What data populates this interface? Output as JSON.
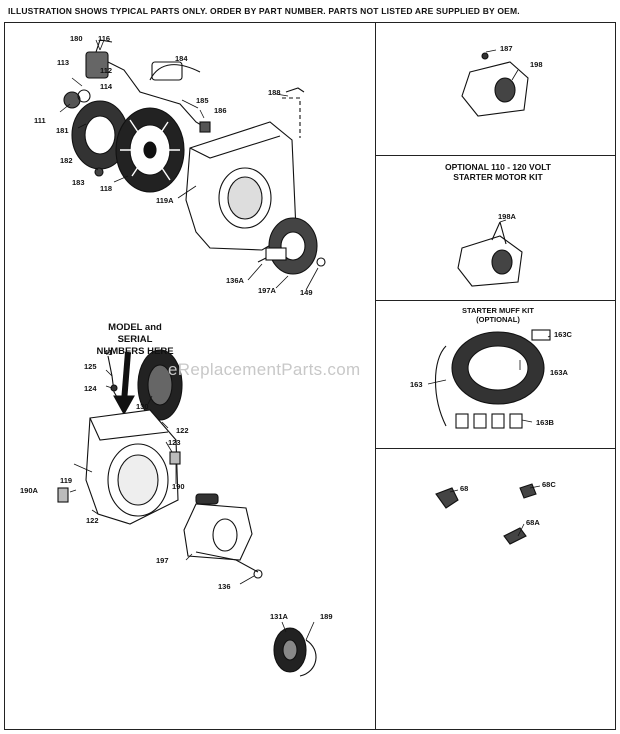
{
  "header": "ILLUSTRATION SHOWS TYPICAL PARTS ONLY. ORDER BY PART NUMBER. PARTS NOT LISTED ARE SUPPLIED BY OEM.",
  "watermark": "eReplacementParts.com",
  "model_note_line1": "MODEL and SERIAL",
  "model_note_line2": "NUMBERS HERE",
  "starter_motor_kit": {
    "line1": "OPTIONAL 110 - 120 VOLT",
    "line2": "STARTER MOTOR KIT"
  },
  "starter_muff_kit": {
    "line1": "STARTER MUFF KIT",
    "line2": "(OPTIONAL)"
  },
  "footer": "",
  "labels": {
    "p180": "180",
    "p116": "116",
    "p113": "113",
    "p112": "112",
    "p114": "114",
    "p184": "184",
    "p111": "111",
    "p181": "181",
    "p185": "185",
    "p186": "186",
    "p188": "188",
    "p182": "182",
    "p183": "183",
    "p118": "118",
    "p119A": "119A",
    "p136A": "136A",
    "p197A": "197A",
    "p149": "149",
    "p41": "41",
    "p125": "125",
    "p124": "124",
    "p130": "130",
    "p122a": "122",
    "p123": "123",
    "p119": "119",
    "p190": "190",
    "p190A": "190A",
    "p122b": "122",
    "p197": "197",
    "p136": "136",
    "p131A": "131A",
    "p189": "189",
    "p187": "187",
    "p198": "198",
    "p198A": "198A",
    "p163C": "163C",
    "p163A": "163A",
    "p163": "163",
    "p163B": "163B",
    "p68": "68",
    "p68C": "68C",
    "p68A": "68A"
  }
}
